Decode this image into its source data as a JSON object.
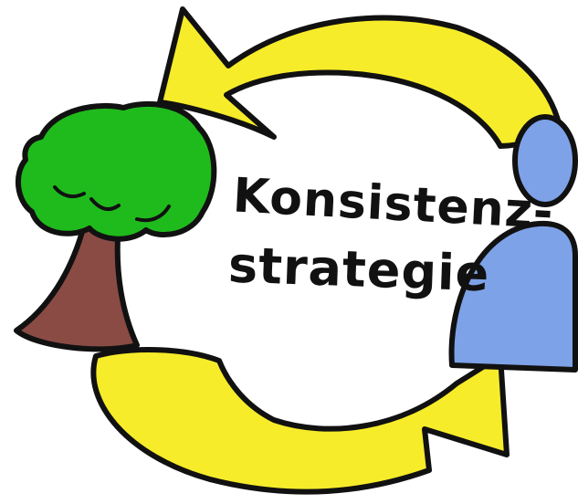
{
  "diagram": {
    "title_line1": "Konsistenz-",
    "title_line2": "strategie",
    "nodes": [
      {
        "id": "tree",
        "kind": "tree-icon"
      },
      {
        "id": "person",
        "kind": "person-icon"
      }
    ],
    "arrows": [
      {
        "from": "person",
        "to": "tree",
        "direction": "top"
      },
      {
        "from": "tree",
        "to": "person",
        "direction": "bottom"
      }
    ]
  },
  "colors": {
    "arrow": "#f6ec2a",
    "outline": "#111111",
    "foliage": "#1fbb1c",
    "trunk": "#8a4b45",
    "person": "#7da2e8",
    "background": "#ffffff"
  }
}
